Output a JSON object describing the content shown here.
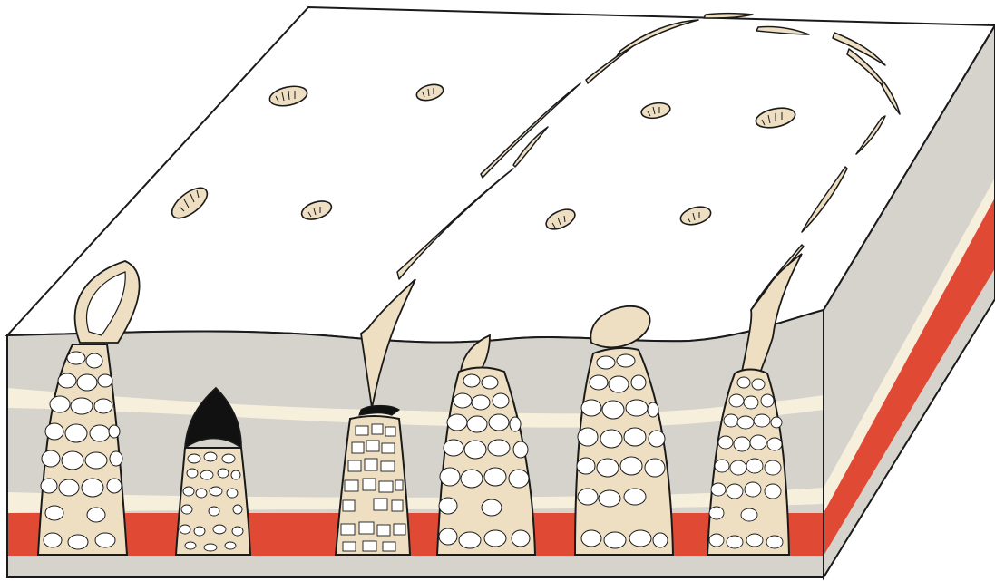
{
  "colors": {
    "background": "#ffffff",
    "surface": "#ffffff",
    "grey_stratum": "#d6d3cd",
    "cream_band": "#f6efdc",
    "red_band": "#e04a35",
    "breccia_fill": "#eedfc2",
    "void_black": "#111111",
    "outline": "#1a1a1a"
  },
  "diagram": {
    "subject": "block-diagram-breccia-pipes",
    "pipe_count": 6,
    "pipe_fill_types": [
      "breccia",
      "breccia-with-black-cap",
      "breccia",
      "breccia",
      "breccia",
      "breccia"
    ],
    "surface_depressions_count": 8,
    "ring_fracture": true,
    "labels": []
  }
}
